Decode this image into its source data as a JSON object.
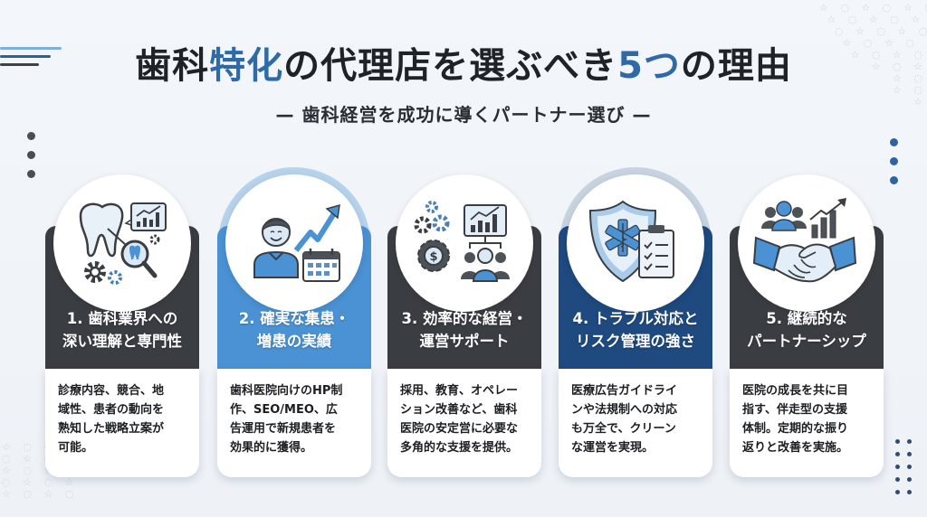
{
  "header": {
    "title_parts": [
      "歯科",
      "特化",
      "の代理店を選ぶべき",
      "5つ",
      "の理由"
    ],
    "subtitle": "— 歯科経営を成功に導くパートナー選び —"
  },
  "colors": {
    "dark": "#3a3d42",
    "light_blue": "#4a92d4",
    "navy": "#1e4a80",
    "accent": "#2f6aa8",
    "halo_light": "#b7d3ec",
    "halo_navy": "#c8d3e1"
  },
  "cards": [
    {
      "icon": "tooth-analysis-icon",
      "heading_lines": [
        "1. 歯科業界への",
        "深い理解と専門性"
      ],
      "desc_lines": [
        "診療内容、競合、地",
        "域性、患者の動向を",
        "熟知した戦略立案が",
        "可能。"
      ]
    },
    {
      "icon": "patient-growth-icon",
      "heading_lines": [
        "2. 確実な集患・",
        "増患の実績"
      ],
      "desc_lines": [
        "歯科医院向けのHP制",
        "作、SEO/MEO、広",
        "告運用で新規患者を",
        "効果的に獲得。"
      ]
    },
    {
      "icon": "management-support-icon",
      "heading_lines": [
        "3. 効率的な経営・",
        "運営サポート"
      ],
      "desc_lines": [
        "採用、教育、オペレー",
        "ション改善など、歯科",
        "医院の安定営に必要な",
        "多角的な支援を提供。"
      ]
    },
    {
      "icon": "medical-shield-checklist-icon",
      "heading_lines": [
        "4. トラブル対応と",
        "リスク管理の強さ"
      ],
      "desc_lines": [
        "医療広告ガイドライ",
        "ンや法規制への対応",
        "も万全で、クリーン",
        "な運営を実現。"
      ]
    },
    {
      "icon": "handshake-partnership-icon",
      "heading_lines": [
        "5. 継続的な",
        "パートナーシップ"
      ],
      "desc_lines": [
        "医院の成長を共に目",
        "指す、伴走型の支援",
        "体制。定期的な振り",
        "返りと改善を実施。"
      ]
    }
  ]
}
